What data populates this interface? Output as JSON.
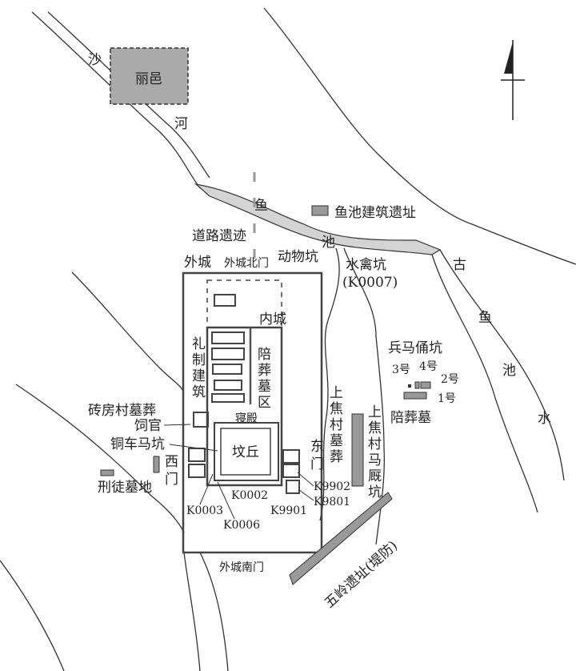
{
  "map": {
    "labels": {
      "sha": "沙",
      "he": "河",
      "liyi": "丽邑",
      "yu1": "鱼",
      "chi1": "池",
      "yuchi_building": "鱼池建筑遗址",
      "road": "道路遗迹",
      "outer_city": "外城",
      "outer_north_gate": "外城北门",
      "animal_pit": "动物坑",
      "waterfowl_pit": "水禽坑",
      "waterfowl_code": "(K0007)",
      "gu": "古",
      "yu2": "鱼",
      "chi2": "池",
      "shui": "水",
      "inner_city": "内城",
      "ritual": [
        "礼",
        "制",
        "建",
        "筑"
      ],
      "burial_area": [
        "陪",
        "葬",
        "墓",
        "区"
      ],
      "qindian": "寝殿",
      "mound": "坟丘",
      "east_gate": [
        "东",
        "门"
      ],
      "west_gate": [
        "西",
        "门"
      ],
      "zhuanfang": "砖房村墓葬",
      "siguan": "饲官",
      "bronze_chariot": "铜车马坑",
      "convict": "刑徒墓地",
      "k0003": "K0003",
      "k0006": "K0006",
      "k0002": "K0002",
      "k9901": "K9901",
      "k9902": "K9902",
      "k9801": "K9801",
      "shangjiao_tombs": [
        "上",
        "焦",
        "村",
        "墓",
        "葬"
      ],
      "shangjiao_stable": [
        "上",
        "焦",
        "村",
        "马",
        "厩",
        "坑"
      ],
      "terracotta": "兵马俑坑",
      "pit3": "3号",
      "pit4": "4号",
      "pit2": "2号",
      "pit1": "1号",
      "satellite": "陪葬墓",
      "wuling": "五岭遗址(堤防)",
      "outer_south_gate": "外城南门"
    },
    "icons": {
      "north_arrow": "north-arrow-icon"
    },
    "colors": {
      "feature_fill": "#999999",
      "river_fill": "#d4d4d4",
      "line": "#333333"
    }
  }
}
